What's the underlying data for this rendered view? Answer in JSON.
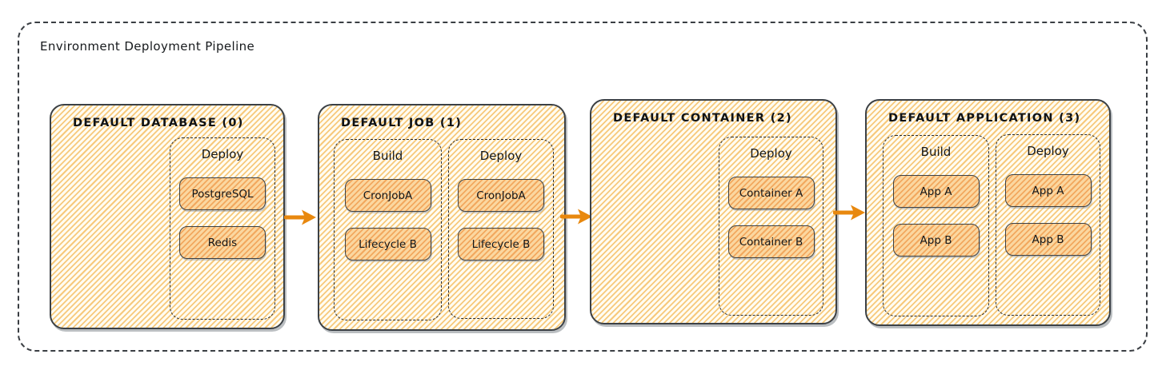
{
  "diagram": {
    "title": "Environment Deployment Pipeline",
    "colors": {
      "arrow": "#e8880e",
      "stage_border": "#3b4045",
      "stage_hatch_line": "#f7c97b",
      "stage_hatch_bg": "#fffcf2",
      "item_hatch_line": "#f2a85e",
      "item_hatch_bg": "#fbd7a0",
      "dashed_border": "#26292d",
      "text": "#14171a"
    },
    "stages": [
      {
        "title": "DEFAULT DATABASE (0)",
        "groups": [
          {
            "label": "Deploy",
            "items": [
              "PostgreSQL",
              "Redis"
            ]
          }
        ]
      },
      {
        "title": "DEFAULT JOB (1)",
        "groups": [
          {
            "label": "Build",
            "items": [
              "CronJobA",
              "Lifecycle B"
            ]
          },
          {
            "label": "Deploy",
            "items": [
              "CronJobA",
              "Lifecycle B"
            ]
          }
        ]
      },
      {
        "title": "DEFAULT CONTAINER (2)",
        "groups": [
          {
            "label": "Deploy",
            "items": [
              "Container A",
              "Container B"
            ]
          }
        ]
      },
      {
        "title": "DEFAULT APPLICATION (3)",
        "groups": [
          {
            "label": "Build",
            "items": [
              "App A",
              "App B"
            ]
          },
          {
            "label": "Deploy",
            "items": [
              "App A",
              "App B"
            ]
          }
        ]
      }
    ]
  }
}
